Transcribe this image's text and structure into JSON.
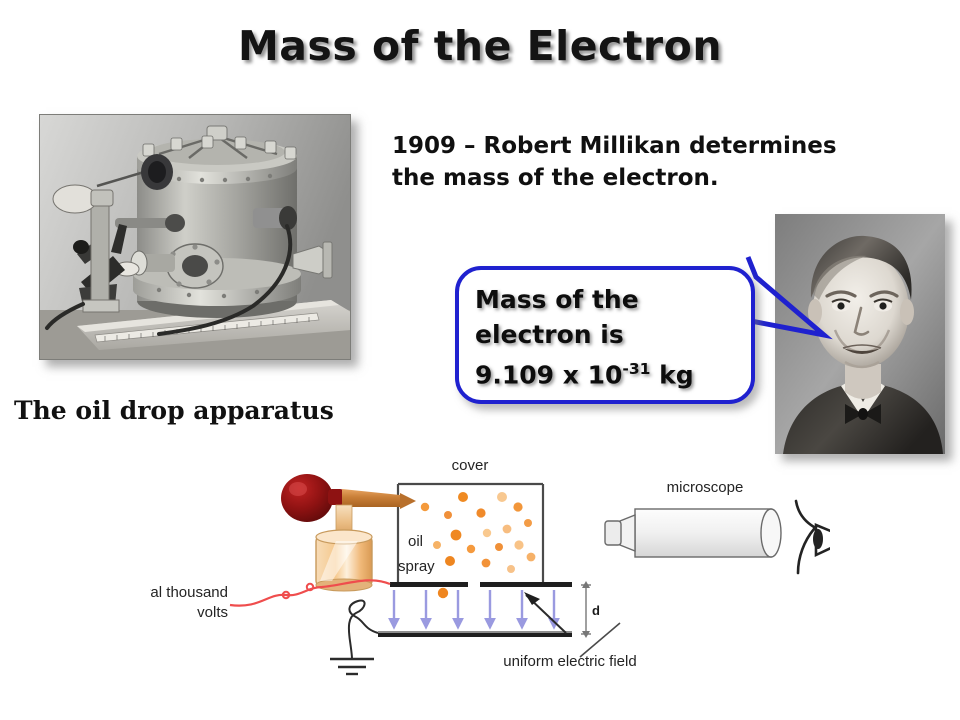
{
  "slide": {
    "title": "Mass of the Electron",
    "background_color": "#ffffff",
    "title_color": "#141414"
  },
  "body": {
    "paragraph": "1909 – Robert Millikan determines the mass of the electron."
  },
  "apparatus": {
    "caption": "The oil drop apparatus",
    "image_alt": "Black and white photograph of Millikan's oil drop apparatus"
  },
  "portrait": {
    "image_alt": "Black and white portrait photograph of Robert Millikan"
  },
  "callout": {
    "line1": "Mass of the",
    "line2": "electron is",
    "value_mantissa": "9.109 x 10",
    "value_exponent": "-31",
    "value_unit": " kg",
    "border_color": "#1f21cf"
  },
  "diagram": {
    "labels": {
      "cover": "cover",
      "oil": "oil",
      "spray": "spray",
      "volts_line1": "several thousand",
      "volts_line2": "volts",
      "microscope": "microscope",
      "distance": "d",
      "field": "uniform electric field"
    },
    "colors": {
      "oil_drop": "#f28c28",
      "field_arrow": "#9a9ae0",
      "wire": "#ef4444",
      "bulb": "#8f1010",
      "reservoir": "#f0b36a"
    }
  }
}
